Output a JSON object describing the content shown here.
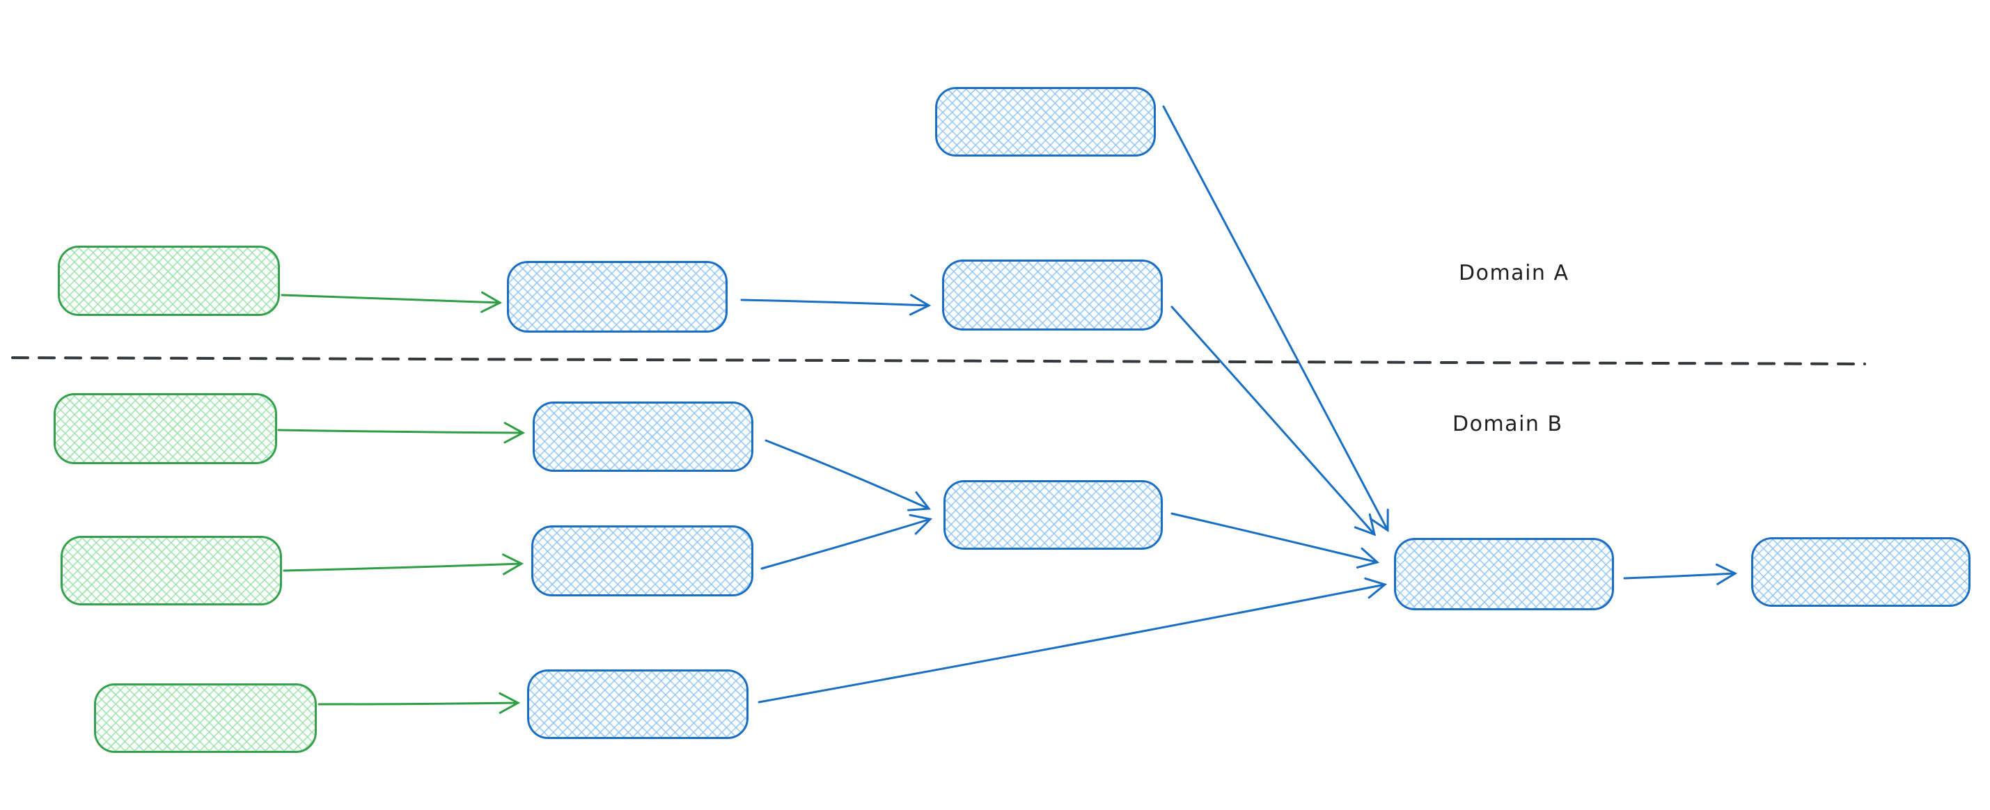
{
  "diagram": {
    "region_labels": {
      "domain_a": "Domain A",
      "domain_b": "Domain B"
    },
    "colors": {
      "green_stroke": "#36a14c",
      "green_fill": "#b2f2bb",
      "blue_stroke": "#1a6fc4",
      "blue_fill": "#a5d8ff",
      "divider": "#33383d",
      "label_text": "#1f1f1f",
      "background": "#ffffff"
    },
    "nodes": [
      {
        "id": "blue-top",
        "region": "domain-a",
        "color": "blue",
        "text": ""
      },
      {
        "id": "green-a1",
        "region": "domain-a",
        "color": "green",
        "text": ""
      },
      {
        "id": "blue-a1",
        "region": "domain-a",
        "color": "blue",
        "text": ""
      },
      {
        "id": "blue-a2",
        "region": "domain-a",
        "color": "blue",
        "text": ""
      },
      {
        "id": "green-b1",
        "region": "domain-b",
        "color": "green",
        "text": ""
      },
      {
        "id": "blue-b1",
        "region": "domain-b",
        "color": "blue",
        "text": ""
      },
      {
        "id": "green-b2",
        "region": "domain-b",
        "color": "green",
        "text": ""
      },
      {
        "id": "blue-b2",
        "region": "domain-b",
        "color": "blue",
        "text": ""
      },
      {
        "id": "green-b3",
        "region": "domain-b",
        "color": "green",
        "text": ""
      },
      {
        "id": "blue-b3",
        "region": "domain-b",
        "color": "blue",
        "text": ""
      },
      {
        "id": "blue-b-merge",
        "region": "domain-b",
        "color": "blue",
        "text": ""
      },
      {
        "id": "blue-final",
        "region": "domain-b",
        "color": "blue",
        "text": ""
      },
      {
        "id": "blue-output",
        "region": "domain-b",
        "color": "blue",
        "text": ""
      }
    ],
    "edges": [
      {
        "from": "green-a1",
        "to": "blue-a1",
        "color": "green"
      },
      {
        "from": "blue-a1",
        "to": "blue-a2",
        "color": "blue"
      },
      {
        "from": "blue-top",
        "to": "blue-final",
        "color": "blue"
      },
      {
        "from": "blue-a2",
        "to": "blue-final",
        "color": "blue"
      },
      {
        "from": "green-b1",
        "to": "blue-b1",
        "color": "green"
      },
      {
        "from": "green-b2",
        "to": "blue-b2",
        "color": "green"
      },
      {
        "from": "green-b3",
        "to": "blue-b3",
        "color": "green"
      },
      {
        "from": "blue-b1",
        "to": "blue-b-merge",
        "color": "blue"
      },
      {
        "from": "blue-b2",
        "to": "blue-b-merge",
        "color": "blue"
      },
      {
        "from": "blue-b-merge",
        "to": "blue-final",
        "color": "blue"
      },
      {
        "from": "blue-b3",
        "to": "blue-final",
        "color": "blue"
      },
      {
        "from": "blue-final",
        "to": "blue-output",
        "color": "blue"
      }
    ],
    "divider": {
      "style": "dashed",
      "separates": [
        "Domain A",
        "Domain B"
      ]
    }
  }
}
